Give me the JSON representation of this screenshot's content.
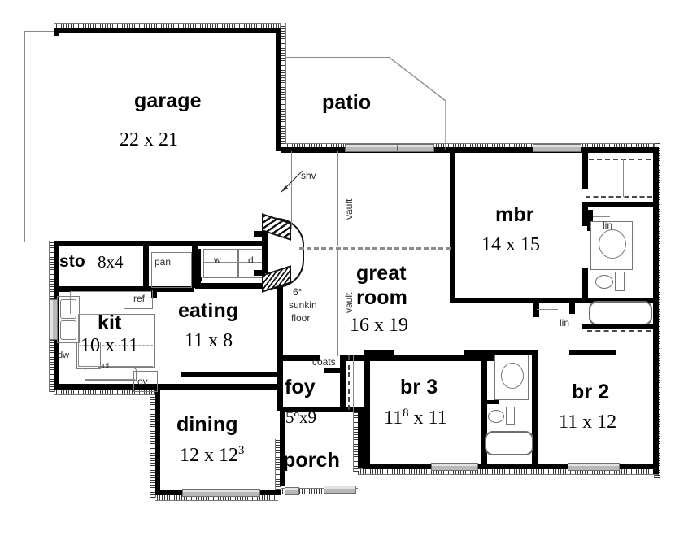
{
  "plan": {
    "title": "residential floor plan",
    "rooms": [
      {
        "id": "garage",
        "name": "garage",
        "dim": "22 x 21"
      },
      {
        "id": "patio",
        "name": "patio",
        "dim": ""
      },
      {
        "id": "mbr",
        "name": "mbr",
        "dim": "14 x 15"
      },
      {
        "id": "great_room",
        "name_line1": "great",
        "name_line2": "room",
        "dim": "16 x 19"
      },
      {
        "id": "eating",
        "name": "eating",
        "dim": "11 x 8"
      },
      {
        "id": "kit",
        "name": "kit",
        "dim": "10 x 11"
      },
      {
        "id": "sto",
        "name": "sto",
        "dim": "8x4"
      },
      {
        "id": "dining",
        "name": "dining",
        "dim_a": "12 x 12",
        "dim_sup": "3"
      },
      {
        "id": "foy",
        "name": "foy",
        "dim_a": "5",
        "dim_sup": "8",
        "dim_b": "x9"
      },
      {
        "id": "porch",
        "name": "porch",
        "dim": ""
      },
      {
        "id": "br3",
        "name": "br 3",
        "dim_a": "11",
        "dim_sup": "8",
        "dim_b": " x 11"
      },
      {
        "id": "br2",
        "name": "br 2",
        "dim": "11 x 12"
      }
    ],
    "annotations": [
      {
        "id": "shv",
        "text": "shv"
      },
      {
        "id": "vault_upper",
        "text": "vault"
      },
      {
        "id": "vault_lower",
        "text": "vault"
      },
      {
        "id": "sunkin_1",
        "text": "6°"
      },
      {
        "id": "sunkin_2",
        "text": "sunkin"
      },
      {
        "id": "sunkin_3",
        "text": "floor"
      },
      {
        "id": "coats",
        "text": "coats"
      },
      {
        "id": "pan",
        "text": "pan"
      },
      {
        "id": "ref",
        "text": "ref"
      },
      {
        "id": "dw",
        "text": "dw"
      },
      {
        "id": "ct",
        "text": "ct"
      },
      {
        "id": "ov",
        "text": "ov"
      },
      {
        "id": "washer",
        "text": "w"
      },
      {
        "id": "dryer",
        "text": "d"
      },
      {
        "id": "lin_mbath",
        "text": "lin"
      },
      {
        "id": "lin_hall",
        "text": "lin"
      }
    ],
    "colors": {
      "wall": "#000000",
      "paper": "#ffffff",
      "thin_line": "#8a8a8a",
      "window": "#b9b9b9",
      "hatch": "#3a3a3a"
    }
  }
}
